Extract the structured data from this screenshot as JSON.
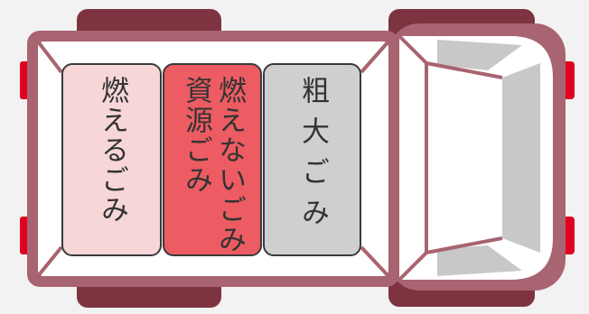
{
  "colors": {
    "background": "#f2f2f2",
    "truck_frame": "#a86470",
    "wheel": "#7e3440",
    "light": "#e0001f",
    "truck_body": "#ffffff",
    "cab_window": "#c8c8c8"
  },
  "bins": [
    {
      "id": "burnable",
      "fill": "#f7d6d8",
      "columns": [
        "燃えるごみ"
      ]
    },
    {
      "id": "nonburnable",
      "fill": "#ec5c62",
      "columns": [
        "燃えないごみ",
        "資源ごみ"
      ]
    },
    {
      "id": "oversized",
      "fill": "#cfcfcf",
      "columns": [
        "粗大ごみ"
      ]
    }
  ]
}
